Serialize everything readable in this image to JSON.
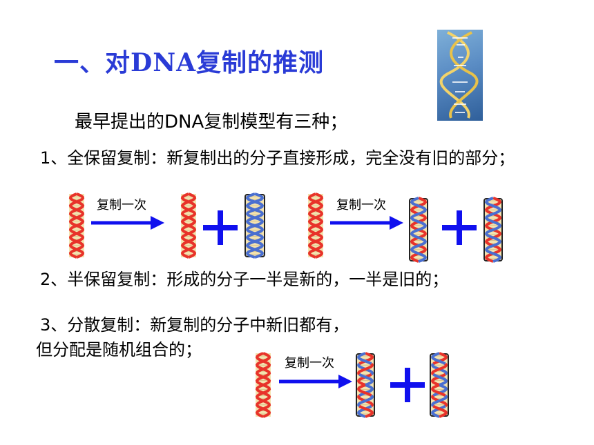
{
  "title": "一、对DNA复制的推测",
  "subtitle": "最早提出的DNA复制模型有三种；",
  "models": [
    {
      "text": "1、全保留复制：新复制出的分子直接形成，完全没有旧的部分；"
    },
    {
      "text": "2、半保留复制：形成的分子一半是新的，一半是旧的；"
    },
    {
      "text": "3、分散复制：新复制的分子中新旧都有，",
      "text2": "但分配是随机组合的；"
    }
  ],
  "arrow_label": "复制一次",
  "plus": "+",
  "colors": {
    "title": "#2a3bd6",
    "old_strand": "#e8332a",
    "new_strand": "#4a6fd0",
    "arrow": "#1010ee",
    "plus": "#1010ee"
  },
  "icons": [
    "dna-double-helix-image"
  ]
}
